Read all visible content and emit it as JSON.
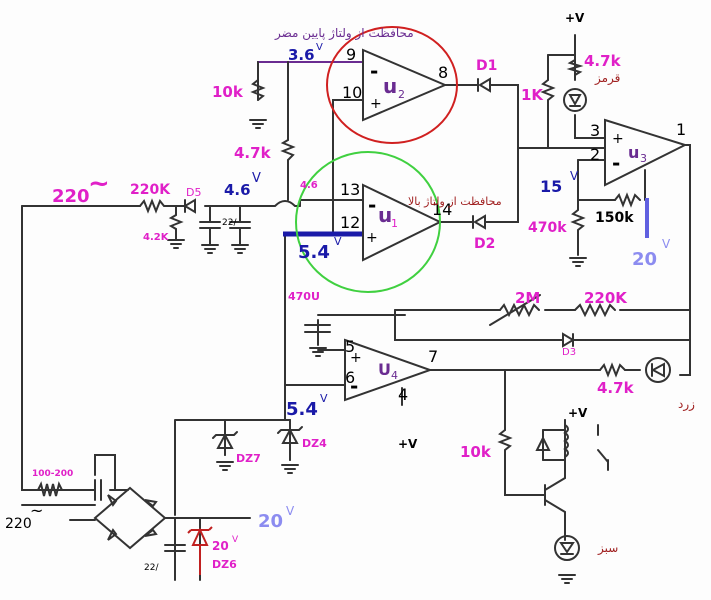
{
  "labels": {
    "fa_low": "محافظت از ولتاژ پایین مضر",
    "fa_high": "محافظت از ولتاژ بالا",
    "red": "قرمز",
    "yellow": "زرد",
    "green": "سبز"
  },
  "values": {
    "v220": "220",
    "tilde": "~",
    "v220_in": "220",
    "v36": "3.6",
    "v46": "4.6",
    "v46_small": "4.6",
    "v54_top": "5.4",
    "v54_bot": "5.4",
    "v15": "15",
    "v20_right": "20",
    "v20_out": "20",
    "v20_dz": "20",
    "V": "V",
    "r10k_top": "10k",
    "r47k_left": "4.7k",
    "r220k_in": "220K",
    "r42k": "4.2K",
    "r1k": "1K",
    "r47k_led": "4.7k",
    "r470k": "470k",
    "r150k": "150k",
    "r2M": "2M",
    "r220k_fb": "220K",
    "r47k_yellow": "4.7k",
    "r10k_bot": "10k",
    "c470u": "470U",
    "r100_200": "100-200",
    "c22_1": "22/",
    "c22_2": "22/",
    "plusV1": "+V",
    "plusV2": "+V",
    "plusV3": "+V",
    "minus": "-",
    "plus": "+"
  },
  "parts": {
    "u1": "u",
    "u1_sub": "1",
    "u2": "u",
    "u2_sub": "2",
    "u3": "u",
    "u3_sub": "3",
    "u4": "U",
    "u4_sub": "4",
    "d1": "D1",
    "d2": "D2",
    "d3": "D3",
    "d5": "D5",
    "dz4": "DZ4",
    "dz6": "DZ6",
    "dz7": "DZ7"
  },
  "pins": {
    "p9": "9",
    "p10": "10",
    "p8": "8",
    "p13": "13",
    "p12": "12",
    "p14": "14",
    "p3": "3",
    "p2": "2",
    "p1": "1",
    "p5": "5",
    "p6": "6",
    "p7": "7",
    "p4": "4"
  },
  "colors": {
    "magenta": "#e020c8",
    "blue": "#1a1aa8",
    "lavender": "#8c8cf0",
    "darkred": "#a02020",
    "purple": "#6a2c91",
    "red_circle": "#d02020",
    "green_circle": "#40d040"
  }
}
